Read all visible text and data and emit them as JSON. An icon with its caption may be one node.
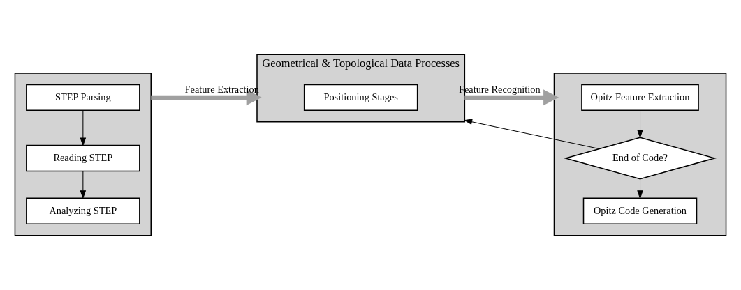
{
  "diagram": {
    "nodes": [
      {
        "text": [],
        "shape": "box"
      },
      {
        "text": [
          "STEP Parsing"
        ],
        "in": 0
      },
      {
        "text": [
          "Reading STEP"
        ],
        "in": 0
      },
      {
        "text": [
          "Analyzing STEP"
        ],
        "in": 0
      },
      {
        "text": [
          "Geometrical & Topological Data Processes"
        ]
      },
      {
        "text": [
          "Positioning Stages"
        ],
        "in": 4
      },
      {
        "text": [],
        "shape": "box"
      },
      {
        "text": [
          "Opitz Feature Extraction"
        ],
        "in": 6
      },
      {
        "text": [
          "End of Code?"
        ],
        "in": 6
      },
      {
        "text": [
          "Opitz Code Generation"
        ],
        "in": 6
      }
    ],
    "edges": [
      {
        "from": 1,
        "to": 2,
        "arrow": "to"
      },
      {
        "from": 2,
        "to": 3,
        "arrow": "to"
      },
      {
        "from": 7,
        "to": 8,
        "arrow": "to"
      },
      {
        "from": 8,
        "to": 9,
        "arrow": "to"
      },
      {
        "from": 8,
        "to": 4,
        "arrow": "to"
      },
      {
        "from": 0,
        "to": 4,
        "arrow": "to",
        "label": "Feature Extraction",
        "style": "thick",
        "color": "#a0a0a0"
      },
      {
        "from": 4,
        "to": 6,
        "arrow": "to",
        "label": "Feature Recognition",
        "style": "thick",
        "color": "#a0a0a0"
      }
    ]
  }
}
